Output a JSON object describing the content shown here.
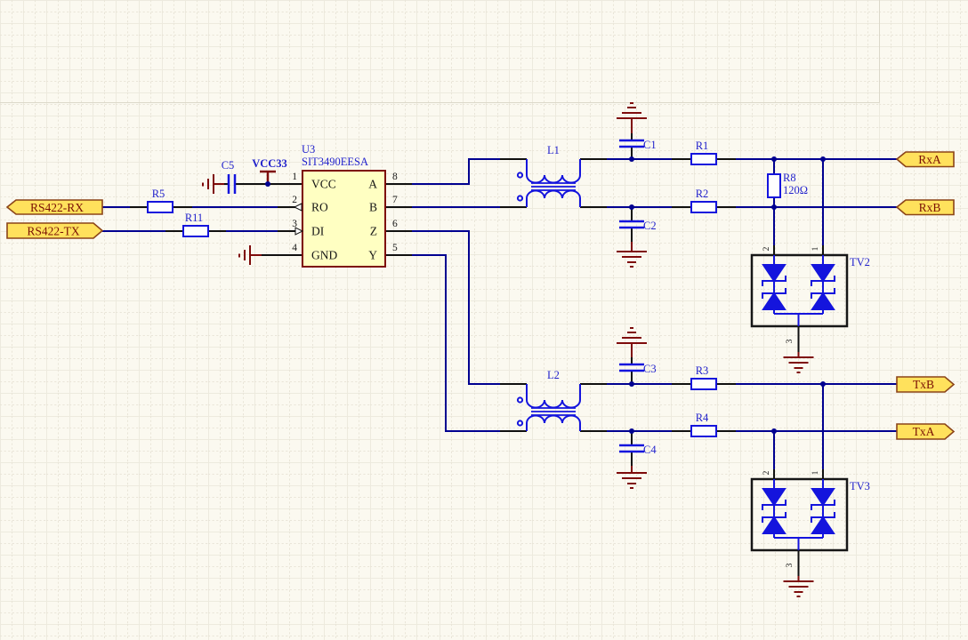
{
  "colors": {
    "background": "#fbf9f0",
    "wire_blue": "#000090",
    "component_blue": "#1414dd",
    "designator_blue": "#2222cc",
    "power_maroon": "#7e0b0b",
    "port_fill": "#ffe15c",
    "port_border": "#8b4418",
    "port_text": "#7a1004",
    "chip_fill": "#ffffc2",
    "chip_border": "#7e0d0d",
    "pin_black": "#101010"
  },
  "chip": {
    "refdes": "U3",
    "part": "SIT3490EESA",
    "pins_left": [
      {
        "num": "1",
        "name": "VCC"
      },
      {
        "num": "2",
        "name": "RO"
      },
      {
        "num": "3",
        "name": "DI"
      },
      {
        "num": "4",
        "name": "GND"
      }
    ],
    "pins_right": [
      {
        "num": "8",
        "name": "A"
      },
      {
        "num": "7",
        "name": "B"
      },
      {
        "num": "6",
        "name": "Z"
      },
      {
        "num": "5",
        "name": "Y"
      }
    ]
  },
  "power": {
    "vcc": "VCC33"
  },
  "ports": {
    "rs422_rx": "RS422-RX",
    "rs422_tx": "RS422-TX",
    "rxa": "RxA",
    "rxb": "RxB",
    "txb": "TxB",
    "txa": "TxA"
  },
  "resistors": {
    "r1": "R1",
    "r2": "R2",
    "r3": "R3",
    "r4": "R4",
    "r5": "R5",
    "r11": "R11",
    "r8": "R8",
    "r8_value": "120Ω"
  },
  "capacitors": {
    "c1": "C1",
    "c2": "C2",
    "c3": "C3",
    "c4": "C4",
    "c5": "C5"
  },
  "inductors": {
    "l1": "L1",
    "l2": "L2"
  },
  "tvs": {
    "tv2": {
      "ref": "TV2",
      "pin_left": "2",
      "pin_right": "1",
      "pin_bottom": "3"
    },
    "tv3": {
      "ref": "TV3",
      "pin_left": "2",
      "pin_right": "1",
      "pin_bottom": "3"
    }
  }
}
